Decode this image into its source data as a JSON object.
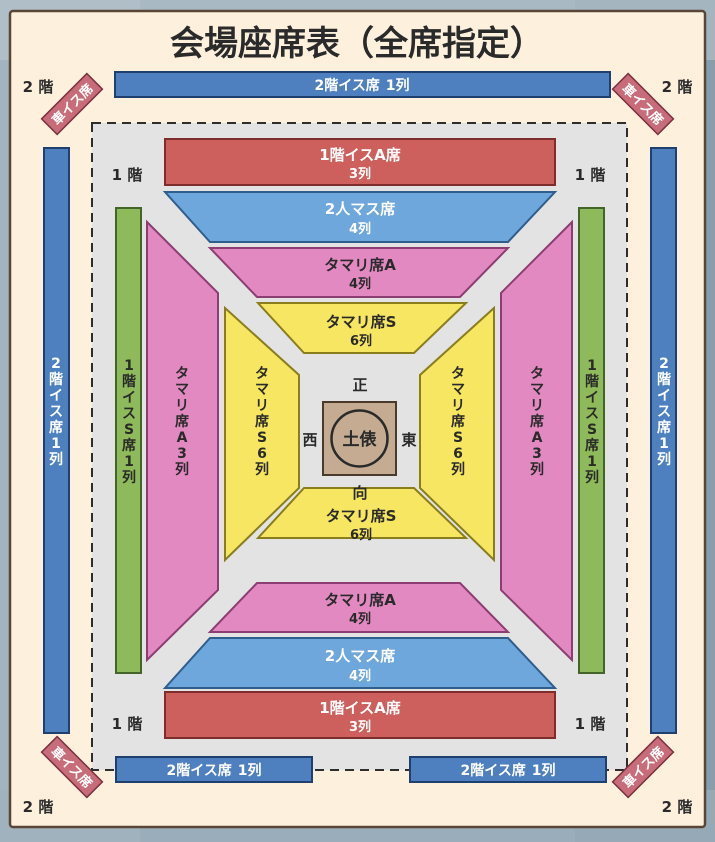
{
  "title": "会場座席表（全席指定）",
  "colors": {
    "panel": "#fdf1de",
    "panel_border": "#5a4636",
    "inner_area": "#e3e3e3",
    "blue_dark": "#4e80c0",
    "salmon": "#cd5f5c",
    "sky": "#6ea7db",
    "pink": "#e289c2",
    "yellow": "#f6e661",
    "green": "#8eba5b",
    "ring_box": "#c4ab91",
    "wheelchair": "#c86c79"
  },
  "floor_labels": {
    "top_left": "2 階",
    "top_right": "2 階",
    "bottom_left": "2 階",
    "bottom_right": "2 階",
    "inner_top_left": "1 階",
    "inner_top_right": "1 階",
    "inner_bottom_left": "1 階",
    "inner_bottom_right": "1 階"
  },
  "wheelchair_label": "車イス席",
  "sections": {
    "top_2f": {
      "name": "2階イス席",
      "rows": "1列"
    },
    "bottom_2f_left": {
      "name": "2階イス席",
      "rows": "1列"
    },
    "bottom_2f_right": {
      "name": "2階イス席",
      "rows": "1列"
    },
    "left_2f": {
      "name": "2階イス席",
      "rows": "1列"
    },
    "right_2f": {
      "name": "2階イス席",
      "rows": "1列"
    },
    "top_1f_a": {
      "name": "1階イスA席",
      "rows": "3列"
    },
    "bottom_1f_a": {
      "name": "1階イスA席",
      "rows": "3列"
    },
    "top_masu": {
      "name": "2人マス席",
      "rows": "4列"
    },
    "bottom_masu": {
      "name": "2人マス席",
      "rows": "4列"
    },
    "top_tamari_a": {
      "name": "タマリ席A",
      "rows": "4列"
    },
    "bottom_tamari_a": {
      "name": "タマリ席A",
      "rows": "4列"
    },
    "top_tamari_s": {
      "name": "タマリ席S",
      "rows": "6列"
    },
    "bottom_tamari_s": {
      "name": "タマリ席S",
      "rows": "6列"
    },
    "left_1f_s": {
      "name": "1階イスS席",
      "rows": "1列"
    },
    "right_1f_s": {
      "name": "1階イスS席",
      "rows": "1列"
    },
    "left_tamari_a": {
      "name": "タマリ席A",
      "rows": "3列"
    },
    "right_tamari_a": {
      "name": "タマリ席A",
      "rows": "3列"
    },
    "left_tamari_s": {
      "name": "タマリ席S",
      "rows": "6列"
    },
    "right_tamari_s": {
      "name": "タマリ席S",
      "rows": "6列"
    }
  },
  "ring": {
    "label": "土俵",
    "north": "正",
    "south": "向",
    "west": "西",
    "east": "東"
  }
}
